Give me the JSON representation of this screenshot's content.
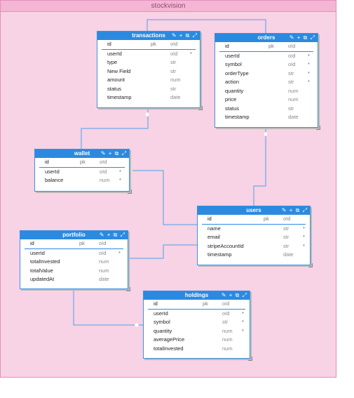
{
  "title": "stockvision",
  "icons": [
    "pencil-icon",
    "plus-icon",
    "open-icon",
    "expand-icon"
  ],
  "colors": {
    "canvas": "#f8d2e5",
    "table_header": "#2b8ae0",
    "link": "#4aa3e8"
  },
  "tables": {
    "transactions": {
      "name": "transactions",
      "header": [
        "id",
        "pk",
        "oId"
      ],
      "rows": [
        {
          "name": "userId",
          "type": "oId",
          "req": "*"
        },
        {
          "name": "type",
          "type": "str",
          "req": ""
        },
        {
          "name": "New Field",
          "type": "str",
          "req": ""
        },
        {
          "name": "amount",
          "type": "num",
          "req": ""
        },
        {
          "name": "status",
          "type": "str",
          "req": ""
        },
        {
          "name": "timestamp",
          "type": "date",
          "req": ""
        }
      ]
    },
    "orders": {
      "name": "orders",
      "header": [
        "id",
        "pk",
        "oId"
      ],
      "rows": [
        {
          "name": "userId",
          "type": "oId",
          "req": "*"
        },
        {
          "name": "symbol",
          "type": "oId",
          "req": "*"
        },
        {
          "name": "orderType",
          "type": "str",
          "req": "*"
        },
        {
          "name": "action",
          "type": "str",
          "req": "*"
        },
        {
          "name": "quantity",
          "type": "num",
          "req": ""
        },
        {
          "name": "price",
          "type": "num",
          "req": ""
        },
        {
          "name": "status",
          "type": "str",
          "req": ""
        },
        {
          "name": "timestamp",
          "type": "date",
          "req": ""
        }
      ]
    },
    "wallet": {
      "name": "wallet",
      "header": [
        "id",
        "pk",
        "oId"
      ],
      "rows": [
        {
          "name": "userId",
          "type": "oId",
          "req": "*"
        },
        {
          "name": "balance",
          "type": "num",
          "req": "*"
        }
      ]
    },
    "users": {
      "name": "users",
      "header": [
        "id",
        "pk",
        "oId"
      ],
      "rows": [
        {
          "name": "name",
          "type": "str",
          "req": "*"
        },
        {
          "name": "email",
          "type": "str",
          "req": "*"
        },
        {
          "name": "stripeAccountId",
          "type": "str",
          "req": "*"
        },
        {
          "name": "timestamp",
          "type": "date",
          "req": ""
        }
      ]
    },
    "portfolio": {
      "name": "portfolio",
      "header": [
        "id",
        "pk",
        "oId"
      ],
      "rows": [
        {
          "name": "userId",
          "type": "oId",
          "req": "*"
        },
        {
          "name": "totalInvested",
          "type": "num",
          "req": ""
        },
        {
          "name": "totalValue",
          "type": "num",
          "req": ""
        },
        {
          "name": "updatedAt",
          "type": "date",
          "req": ""
        }
      ]
    },
    "holdings": {
      "name": "holdings",
      "header": [
        "id",
        "pk",
        "oId"
      ],
      "rows": [
        {
          "name": "userId",
          "type": "oId",
          "req": "*"
        },
        {
          "name": "symbol",
          "type": "str",
          "req": "*"
        },
        {
          "name": "quantity",
          "type": "num",
          "req": "*"
        },
        {
          "name": "averagePrice",
          "type": "num",
          "req": ""
        },
        {
          "name": "totalInvested",
          "type": "num",
          "req": ""
        }
      ]
    }
  }
}
